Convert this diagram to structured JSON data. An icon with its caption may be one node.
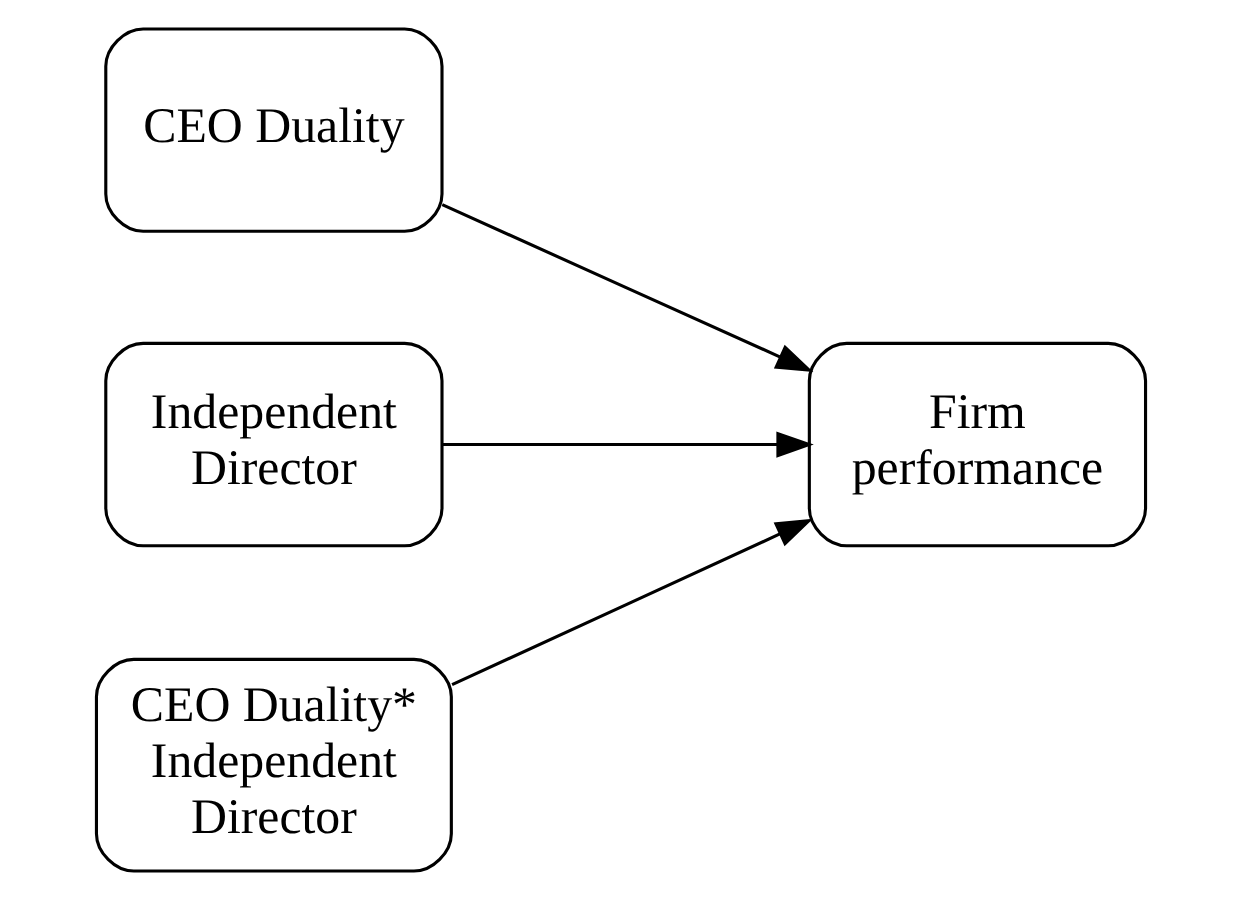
{
  "diagram": {
    "nodes": [
      {
        "text": [
          "CEO Duality"
        ]
      },
      {
        "text": [
          "Independent Director"
        ]
      },
      {
        "text": [
          "CEO Duality* Independent Director"
        ]
      },
      {
        "text": [
          "Firm performance"
        ]
      }
    ],
    "edges": [
      {
        "from": 0,
        "to": 3,
        "arrow": "to"
      },
      {
        "from": 1,
        "to": 3,
        "arrow": "to"
      },
      {
        "from": 2,
        "to": 3,
        "arrow": "to"
      }
    ]
  }
}
